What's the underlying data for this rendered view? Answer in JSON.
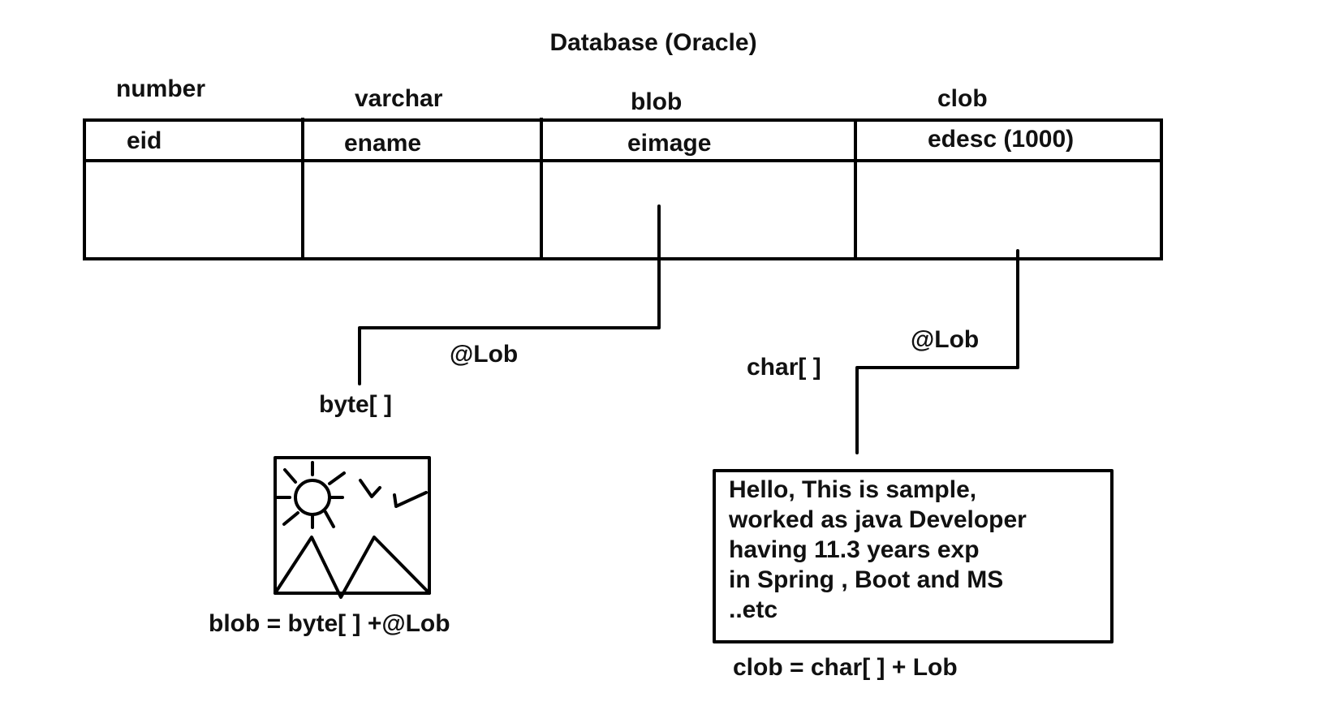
{
  "title": "Database (Oracle)",
  "table": {
    "types": [
      "number",
      "varchar",
      "blob",
      "clob"
    ],
    "columns": [
      "eid",
      "ename",
      "eimage",
      "edesc (1000)"
    ]
  },
  "blob_branch": {
    "annotation": "@Lob",
    "java_type": "byte[ ]",
    "equation": "blob = byte[ ] +@Lob",
    "image_icon": "landscape-image-icon"
  },
  "clob_branch": {
    "annotation": "@Lob",
    "java_type": "char[ ]",
    "sample_text": [
      "Hello, This is sample,",
      "worked as java Developer",
      "having 11.3 years exp",
      "in Spring , Boot and MS",
      "..etc"
    ],
    "equation": "clob = char[ ] + Lob"
  }
}
